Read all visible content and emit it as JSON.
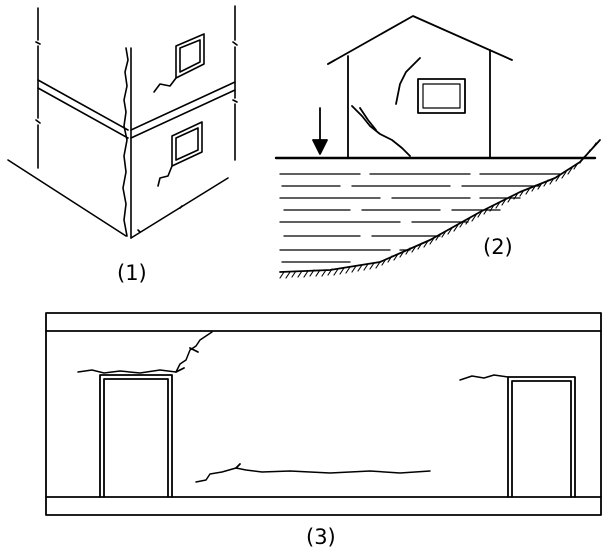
{
  "figures": [
    {
      "id": "fig1",
      "caption": "(1)"
    },
    {
      "id": "fig2",
      "caption": "(2)"
    },
    {
      "id": "fig3",
      "caption": "(3)"
    }
  ],
  "colors": {
    "ink": "#000000",
    "paper": "#ffffff"
  }
}
